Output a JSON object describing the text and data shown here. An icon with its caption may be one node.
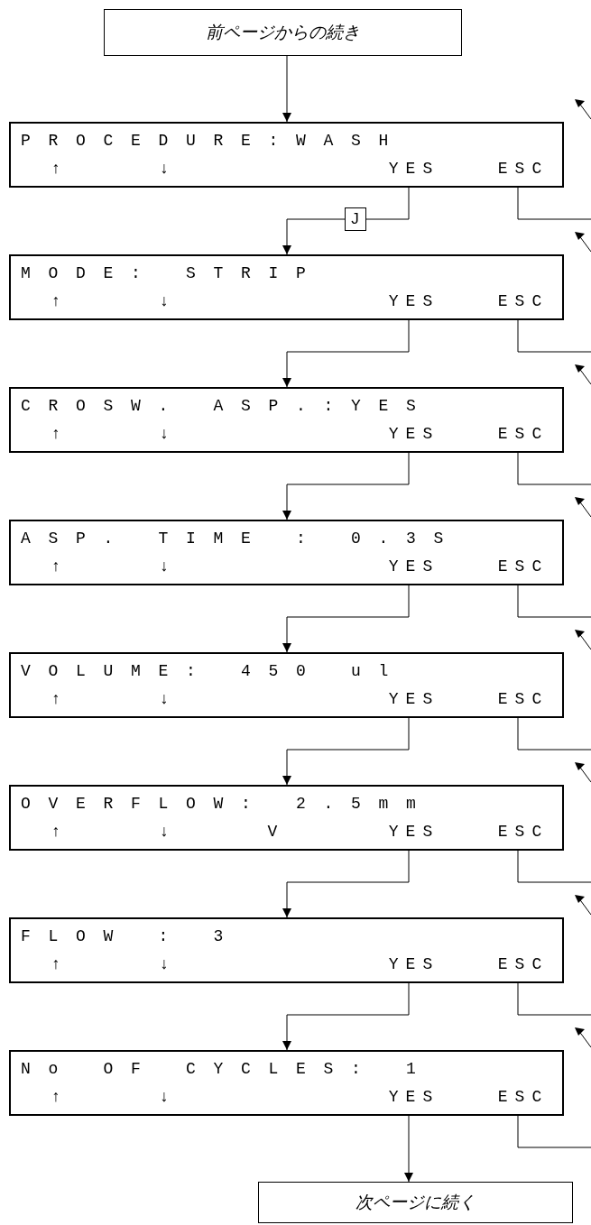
{
  "diagram": {
    "nodes": [
      {
        "text": [
          "前ページからの続き"
        ]
      },
      {
        "text": [
          "PROCEDURE:WASH",
          "↑",
          "↓",
          "YES",
          "ESC"
        ]
      },
      {
        "text": [
          "MODE: STRIP",
          "↑",
          "↓",
          "YES",
          "ESC"
        ]
      },
      {
        "text": [
          "CROSW. ASP.:YES",
          "↑",
          "↓",
          "YES",
          "ESC"
        ]
      },
      {
        "text": [
          "ASP. TIME : 0.3S",
          "↑",
          "↓",
          "YES",
          "ESC"
        ]
      },
      {
        "text": [
          "VOLUME: 450 ul",
          "↑",
          "↓",
          "YES",
          "ESC"
        ]
      },
      {
        "text": [
          "OVERFLOW: 2.5mm",
          "↑",
          "↓",
          "V",
          "YES",
          "ESC"
        ]
      },
      {
        "text": [
          "FLOW : 3",
          "↑",
          "↓",
          "YES",
          "ESC"
        ]
      },
      {
        "text": [
          "No OF CYCLES: 1",
          "↑",
          "↓",
          "YES",
          "ESC"
        ]
      },
      {
        "text": [
          "次ページに続く"
        ]
      }
    ],
    "edges": [
      {
        "from": 0,
        "to": 1,
        "arrow": "to"
      },
      {
        "from": 1,
        "to": 2,
        "arrow": "to",
        "label": "J"
      },
      {
        "from": 2,
        "to": 3,
        "arrow": "to"
      },
      {
        "from": 3,
        "to": 4,
        "arrow": "to"
      },
      {
        "from": 4,
        "to": 5,
        "arrow": "to"
      },
      {
        "from": 5,
        "to": 6,
        "arrow": "to"
      },
      {
        "from": 6,
        "to": 7,
        "arrow": "to"
      },
      {
        "from": 7,
        "to": 8,
        "arrow": "to"
      },
      {
        "from": 8,
        "to": 9,
        "arrow": "to"
      },
      {
        "from": 1,
        "to": null,
        "arrow": "none"
      },
      {
        "from": 2,
        "to": null,
        "arrow": "none"
      },
      {
        "from": 3,
        "to": null,
        "arrow": "none"
      },
      {
        "from": 4,
        "to": null,
        "arrow": "none"
      },
      {
        "from": 5,
        "to": null,
        "arrow": "none"
      },
      {
        "from": 6,
        "to": null,
        "arrow": "none"
      },
      {
        "from": 7,
        "to": null,
        "arrow": "none"
      },
      {
        "from": 8,
        "to": null,
        "arrow": "none"
      }
    ]
  }
}
